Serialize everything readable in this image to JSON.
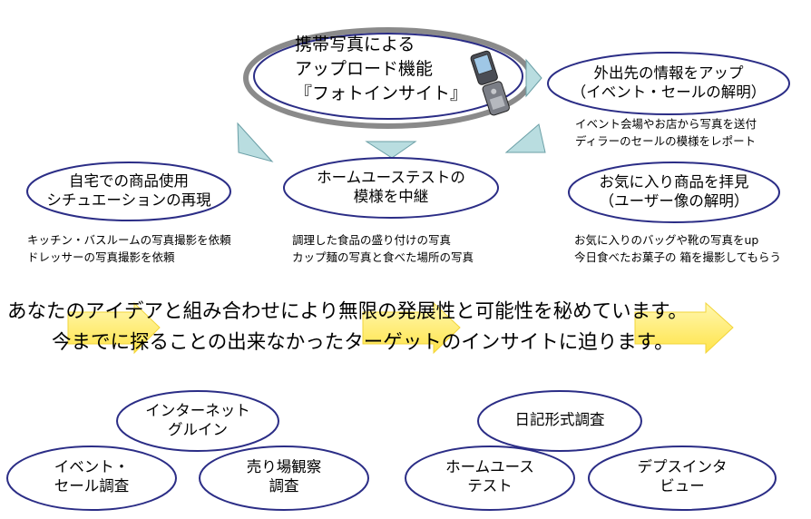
{
  "main_node": {
    "lines": [
      "携帯写真による",
      "アップロード機能",
      "『フォトインサイト』"
    ],
    "icon": "mobile-phone-icon"
  },
  "top_right_nodes": [
    {
      "lines": [
        "外出先の情報をアップ",
        "（イベント・セールの解明）"
      ],
      "notes": [
        "イベント会場やお店から写真を送付",
        "ディラーのセールの模様をレポート"
      ]
    },
    {
      "lines": [
        "お気に入り商品を拝見",
        "（ユーザー像の解明）"
      ],
      "notes": [
        "お気に入りのバッグや靴の写真をup",
        "今日食べたお菓子の 箱を撮影してもらう"
      ]
    }
  ],
  "middle_nodes": [
    {
      "lines": [
        "自宅での商品使用",
        "シチュエーションの再現"
      ],
      "notes": [
        "キッチン・バスルームの写真撮影を依頼",
        "ドレッサーの写真撮影を依頼"
      ]
    },
    {
      "lines": [
        "ホームユーステストの",
        "模様を中継"
      ],
      "notes": [
        "調理した食品の盛り付けの写真",
        "カップ麺の写真と食べた場所の写真"
      ]
    }
  ],
  "headline": {
    "line1": "あなたのアイデアと組み合わせにより無限の発展性と可能性を秘めています。",
    "line2": "今までに探ることの出来なかったターゲットのインサイトに迫ります。"
  },
  "bottom_left": [
    {
      "lines": [
        "インターネット",
        "グルイン"
      ]
    },
    {
      "lines": [
        "イベント・",
        "セール調査"
      ]
    },
    {
      "lines": [
        "売り場観察",
        "調査"
      ]
    }
  ],
  "bottom_right": [
    {
      "lines": [
        "日記形式調査"
      ]
    },
    {
      "lines": [
        "ホームユース",
        "テスト"
      ]
    },
    {
      "lines": [
        "デプスインタ",
        "ビュー"
      ]
    }
  ],
  "colors": {
    "oval_stroke": "#2b2d86",
    "arrow_fill": "#b9dde0",
    "arrow_stroke": "#6b9fa6",
    "yellow_arrow": "#ffe955"
  }
}
